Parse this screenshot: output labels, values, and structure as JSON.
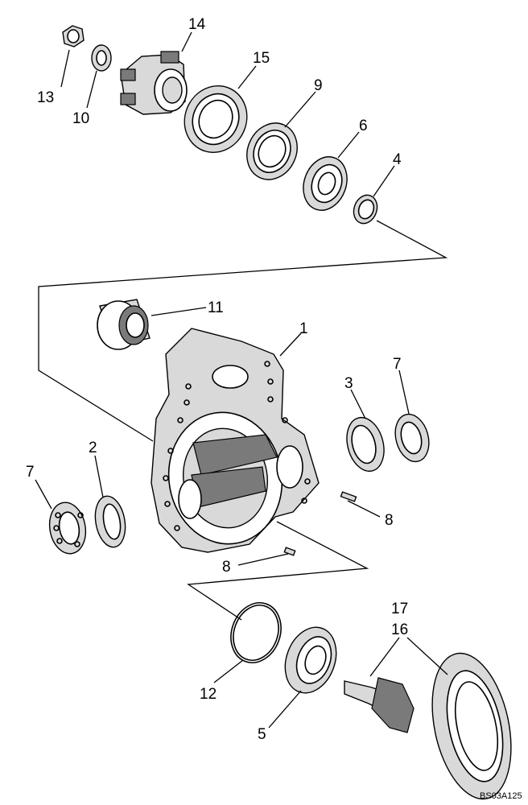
{
  "diagram": {
    "callouts": {
      "c13": "13",
      "c10": "10",
      "c14": "14",
      "c15": "15",
      "c9": "9",
      "c6": "6",
      "c4": "4",
      "c11": "11",
      "c1": "1",
      "c3": "3",
      "c7a": "7",
      "c2": "2",
      "c7b": "7",
      "c8a": "8",
      "c8b": "8",
      "c17": "17",
      "c16": "16",
      "c12": "12",
      "c5": "5"
    },
    "reference_code": "BS03A125"
  }
}
